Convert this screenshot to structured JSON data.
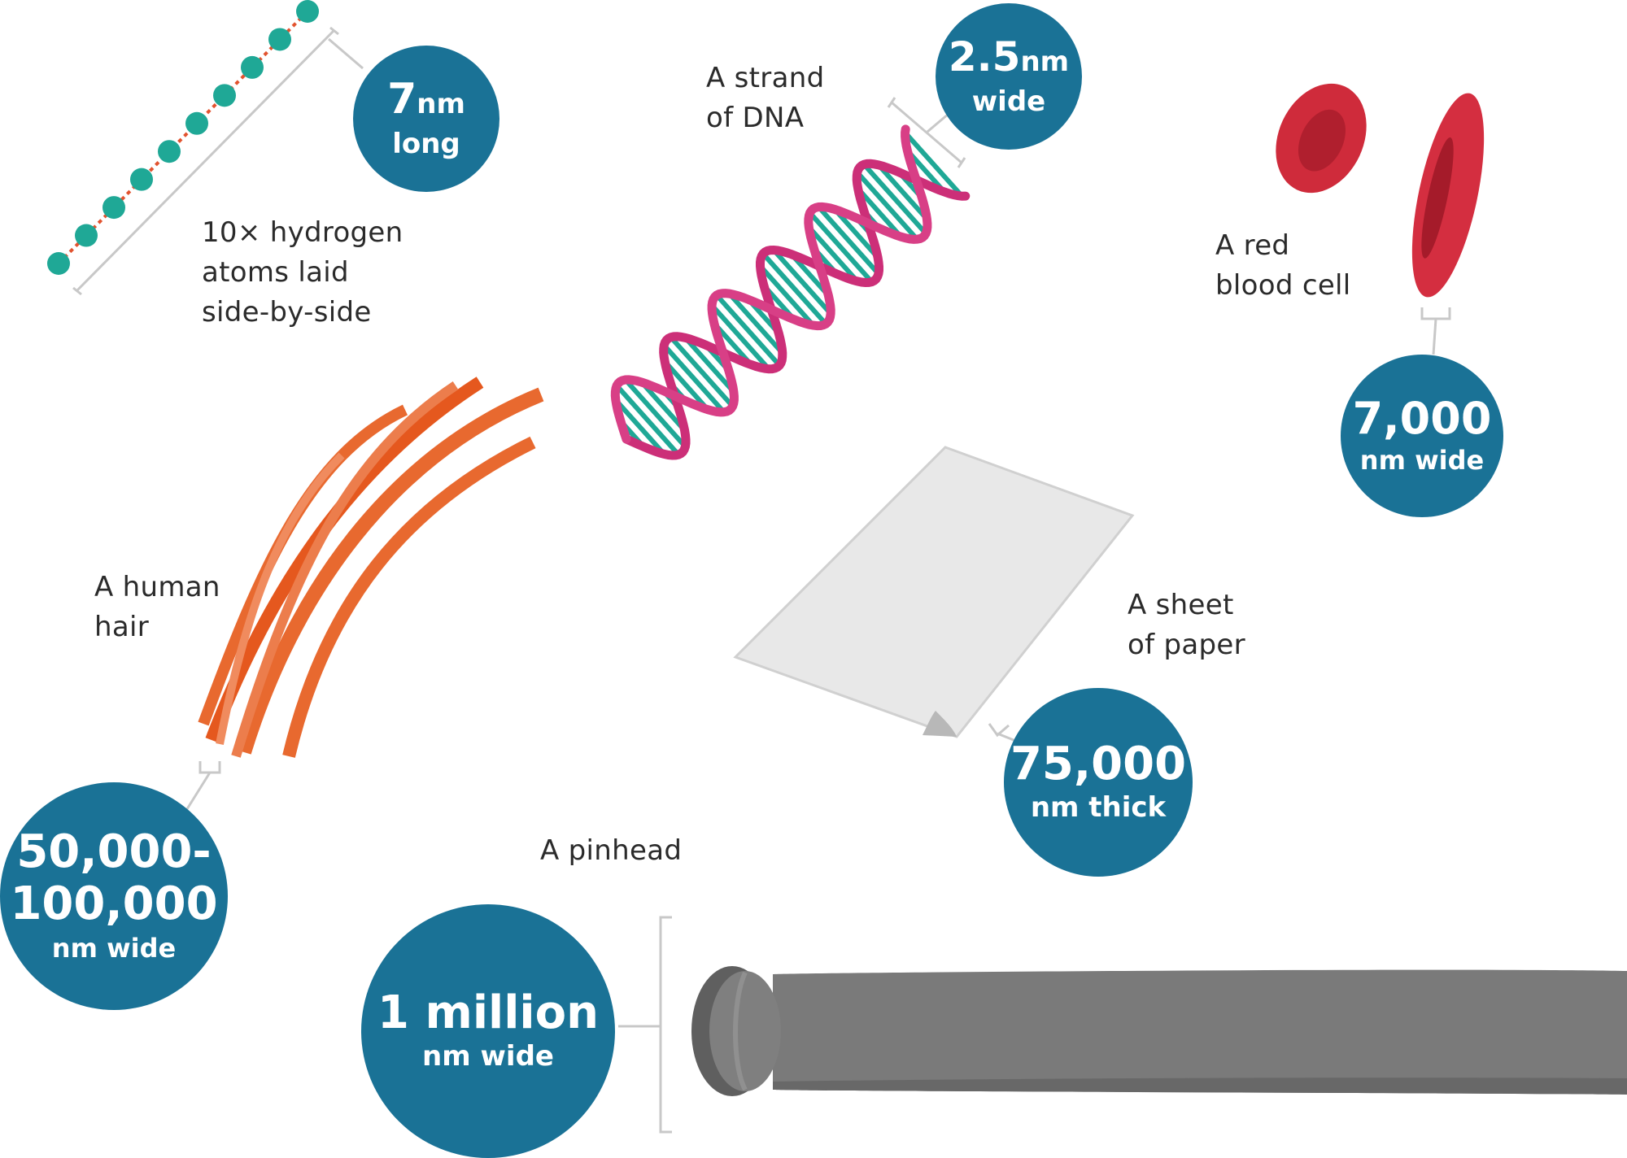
{
  "colors": {
    "badge": "#1a7296",
    "text": "#2b2b2b",
    "atom": "#1fa896",
    "bond": "#e2532f",
    "dna_strand": "#cc2f78",
    "dna_rung": "#1fa896",
    "hair": "#e8692f",
    "blood_cell": "#cf2b3b",
    "paper": "#e6e6e6",
    "pin": "#7a7a7a"
  },
  "items": {
    "hydrogen": {
      "label_lines": [
        "10× hydrogen",
        "atoms laid",
        "side-by-side"
      ],
      "value": "7",
      "unit": "nm",
      "descriptor": "long"
    },
    "dna": {
      "label_lines": [
        "A strand",
        "of DNA"
      ],
      "value": "2.5",
      "unit": "nm",
      "descriptor": "wide"
    },
    "blood_cell": {
      "label_lines": [
        "A red",
        "blood cell"
      ],
      "value": "7,000",
      "descriptor": "nm wide"
    },
    "hair": {
      "label_lines": [
        "A human",
        "hair"
      ],
      "value_lines": [
        "50,000-",
        "100,000"
      ],
      "descriptor": "nm wide"
    },
    "paper": {
      "label_lines": [
        "A sheet",
        "of paper"
      ],
      "value": "75,000",
      "descriptor": "nm thick"
    },
    "pinhead": {
      "label_lines": [
        "A pinhead"
      ],
      "value": "1 million",
      "descriptor": "nm wide"
    }
  }
}
